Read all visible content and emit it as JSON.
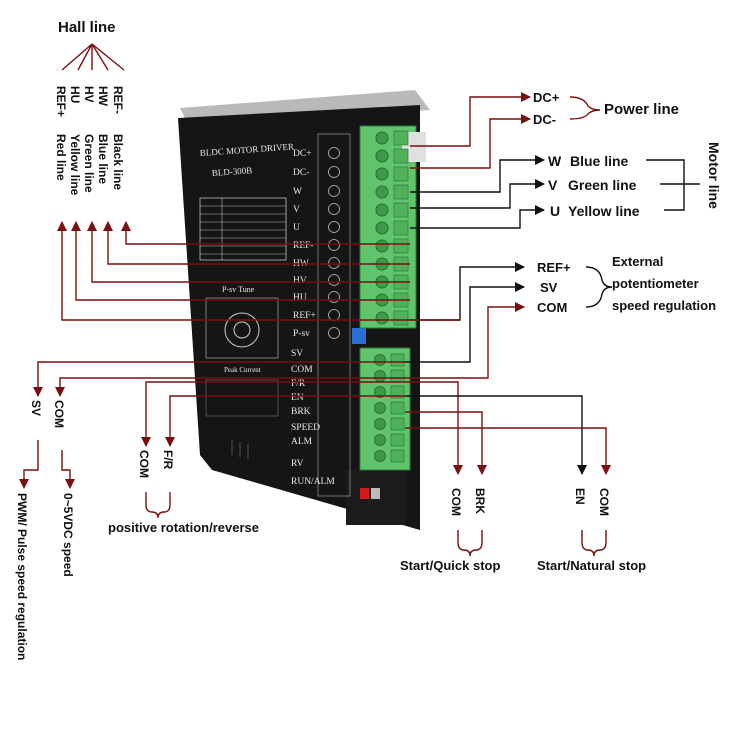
{
  "colors": {
    "wire_red": "#7a0f0f",
    "wire_black": "#111111",
    "driver_body": "#151515",
    "terminal_green": "#5fc46b",
    "label_text": "#111111"
  },
  "hall": {
    "title": "Hall line",
    "pins": [
      "REF+",
      "HU",
      "HV",
      "HW",
      "REF-"
    ],
    "colors": [
      "Red line",
      "Yellow line",
      "Green line",
      "Blue line",
      "Black line"
    ]
  },
  "power": {
    "pins": [
      "DC+",
      "DC-"
    ],
    "title": "Power line"
  },
  "motor": {
    "pins": [
      "W",
      "V",
      "U"
    ],
    "colors": [
      "Blue line",
      "Green line",
      "Yellow line"
    ],
    "title": "Motor line"
  },
  "potentiometer": {
    "pins": [
      "REF+",
      "SV",
      "COM"
    ],
    "desc": [
      "External",
      "potentiometer",
      "speed regulation"
    ]
  },
  "bottom_left": {
    "sv": "SV",
    "com": "COM",
    "pwm": "PWM/ Pulse speed regulation",
    "vdc": "0~5VDC speed",
    "com2": "COM",
    "fr": "F/R",
    "fr_desc": "positive rotation/reverse"
  },
  "bottom_right": {
    "com_a": "COM",
    "brk": "BRK",
    "brk_desc": "Start/Quick stop",
    "en": "EN",
    "com_b": "COM",
    "en_desc": "Start/Natural stop"
  },
  "driver": {
    "title": "BLDC MOTOR DRIVER",
    "model": "BLD-300B",
    "panel_title": "P-sv Tune",
    "peak": "Peak Current",
    "terminals_top": [
      "DC+",
      "DC-",
      "W",
      "V",
      "U",
      "REF-",
      "HW",
      "HV",
      "HU",
      "REF+",
      "P-sv"
    ],
    "terminals_bottom": [
      "SV",
      "COM",
      "F/R",
      "EN",
      "BRK",
      "SPEED",
      "ALM",
      "RV",
      "RUN/ALM"
    ]
  }
}
